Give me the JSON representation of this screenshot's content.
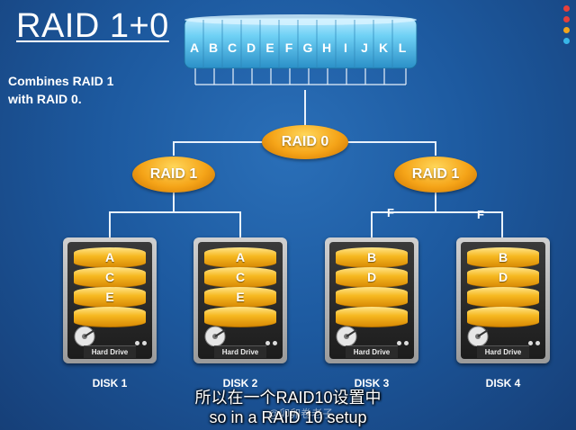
{
  "title": "RAID 1+0",
  "description": [
    "Combines RAID 1",
    "with RAID 0."
  ],
  "stripe_letters": [
    "A",
    "B",
    "C",
    "D",
    "E",
    "F",
    "G",
    "H",
    "I",
    "J",
    "K",
    "L"
  ],
  "raid0_label": "RAID 0",
  "raid1_labels": [
    "RAID 1",
    "RAID 1"
  ],
  "failure_labels": [
    "F",
    "F"
  ],
  "disks": [
    {
      "name": "DISK 1",
      "blocks": [
        "A",
        "C",
        "E"
      ],
      "drive_label": "Hard Drive"
    },
    {
      "name": "DISK 2",
      "blocks": [
        "A",
        "C",
        "E"
      ],
      "drive_label": "Hard Drive"
    },
    {
      "name": "DISK 3",
      "blocks": [
        "B",
        "D"
      ],
      "drive_label": "Hard Drive"
    },
    {
      "name": "DISK 4",
      "blocks": [
        "B",
        "D"
      ],
      "drive_label": "Hard Drive"
    }
  ],
  "subtitle_zh": "所以在一个RAID10设置中",
  "subtitle_en": "so in a RAID 10 setup",
  "watermark": "@卯卯卷老子",
  "colors": {
    "background": "#1d5aa0",
    "barrel": "#5cc9f0",
    "gold": "#f5a418",
    "line": "#e8f1fb"
  }
}
